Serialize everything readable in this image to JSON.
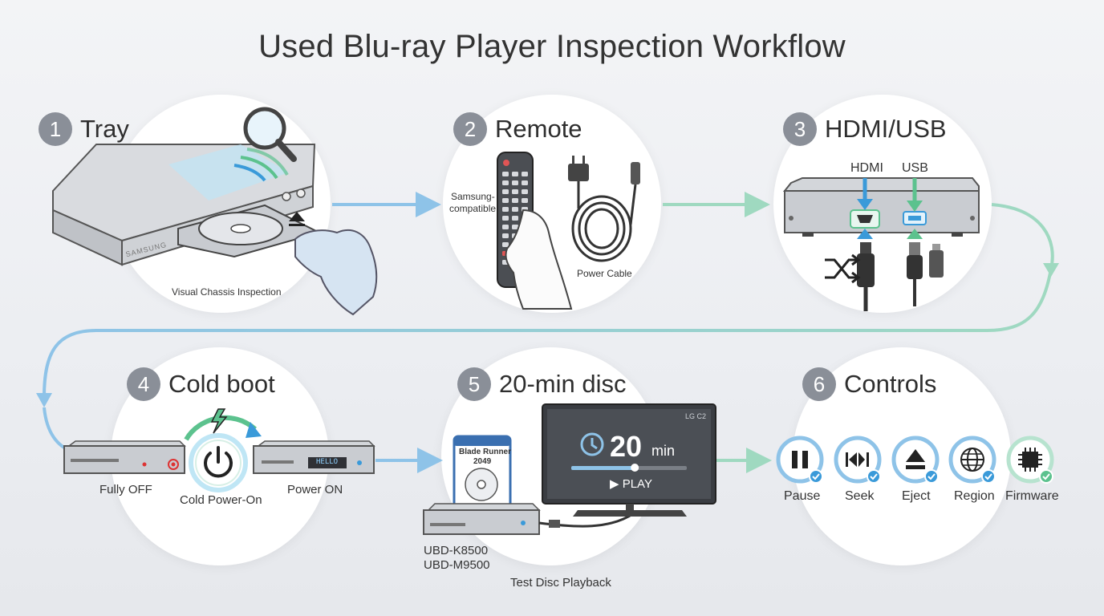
{
  "title": "Used Blu-ray Player Inspection Workflow",
  "steps": [
    {
      "number": "1",
      "label": "Tray",
      "caption": "Visual Chassis Inspection",
      "brand": "SAMSUNG"
    },
    {
      "number": "2",
      "label": "Remote",
      "remote_caption_line1": "Samsung-",
      "remote_caption_line2": "compatible",
      "cable_caption": "Power Cable"
    },
    {
      "number": "3",
      "label": "HDMI/USB",
      "port1": "HDMI",
      "port2": "USB"
    },
    {
      "number": "4",
      "label": "Cold boot",
      "off_caption": "Fully OFF",
      "cold_caption": "Cold Power-On",
      "on_caption": "Power ON",
      "display_text": "HELLO"
    },
    {
      "number": "5",
      "label": "20-min disc",
      "disc_title_line1": "Blade Runner",
      "disc_title_line2": "2049",
      "tv_brand": "LG C2",
      "timer_value": "20",
      "timer_unit": "min",
      "play_label": "▶ PLAY",
      "playback_progress": 0.55,
      "model1": "UBD-K8500",
      "model2": "UBD-M9500",
      "caption": "Test Disc Playback"
    },
    {
      "number": "6",
      "label": "Controls",
      "controls": [
        "Pause",
        "Seek",
        "Eject",
        "Region",
        "Firmware"
      ]
    }
  ],
  "colors": {
    "accent_blue": "#3a9ad9",
    "accent_green": "#5cc28e",
    "arrow_blue": "#8ec3e8",
    "arrow_green": "#9fd9c0",
    "badge_grey": "#8a8f98"
  },
  "icons": [
    "magnifier-icon",
    "eject-icon",
    "remote-icon",
    "power-cable-icon",
    "hdmi-port-icon",
    "usb-port-icon",
    "swap-icon",
    "power-icon",
    "bolt-icon",
    "clock-icon",
    "pause-icon",
    "seek-icon",
    "eject-icon",
    "globe-icon",
    "chip-icon",
    "check-icon"
  ]
}
